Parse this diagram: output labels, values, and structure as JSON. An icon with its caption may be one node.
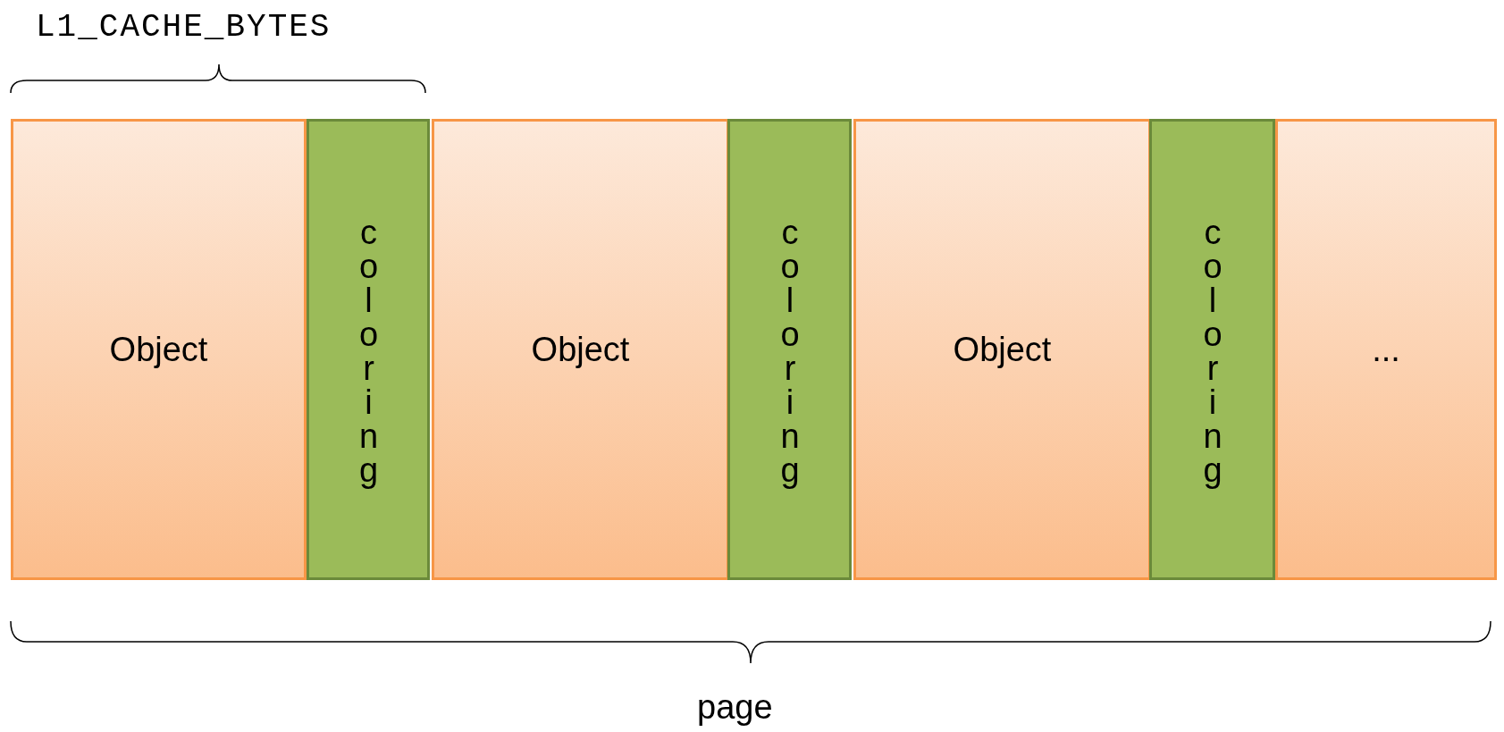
{
  "diagram": {
    "nodes": [
      {
        "text": [
          "Object"
        ]
      },
      {
        "text": [
          "coloring"
        ]
      },
      {
        "text": [
          "Object"
        ]
      },
      {
        "text": [
          "coloring"
        ]
      },
      {
        "text": [
          "Object"
        ]
      },
      {
        "text": [
          "coloring"
        ]
      },
      {
        "text": [
          "..."
        ]
      }
    ],
    "labels": [
      "L1_CACHE_BYTES",
      "page"
    ]
  }
}
